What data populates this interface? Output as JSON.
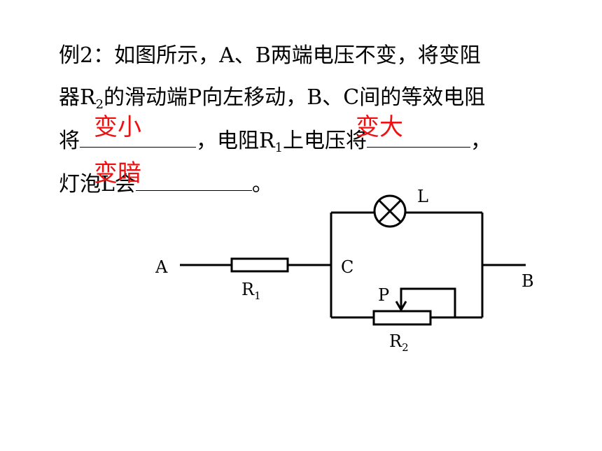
{
  "question": {
    "line1": "例2：如图所示，A、B两端电压不变，将变阻",
    "line2_pre": "器R",
    "line2_sub": "2",
    "line2_post": "的滑动端P向左移动，B、C间的等效电阻",
    "line3_pre": "将",
    "line3_mid": "，电阻R",
    "line3_sub": "1",
    "line3_mid2": "上电压将",
    "line3_post": "，",
    "line4_pre": "灯泡L会",
    "line4_post": "。"
  },
  "answers": {
    "a1": "变小",
    "a2": "变大",
    "a3": "变暗"
  },
  "circuit": {
    "label_A": "A",
    "label_B": "B",
    "label_C": "C",
    "label_L": "L",
    "label_P": "P",
    "label_R1": "R",
    "label_R1_sub": "1",
    "label_R2": "R",
    "label_R2_sub": "2"
  }
}
